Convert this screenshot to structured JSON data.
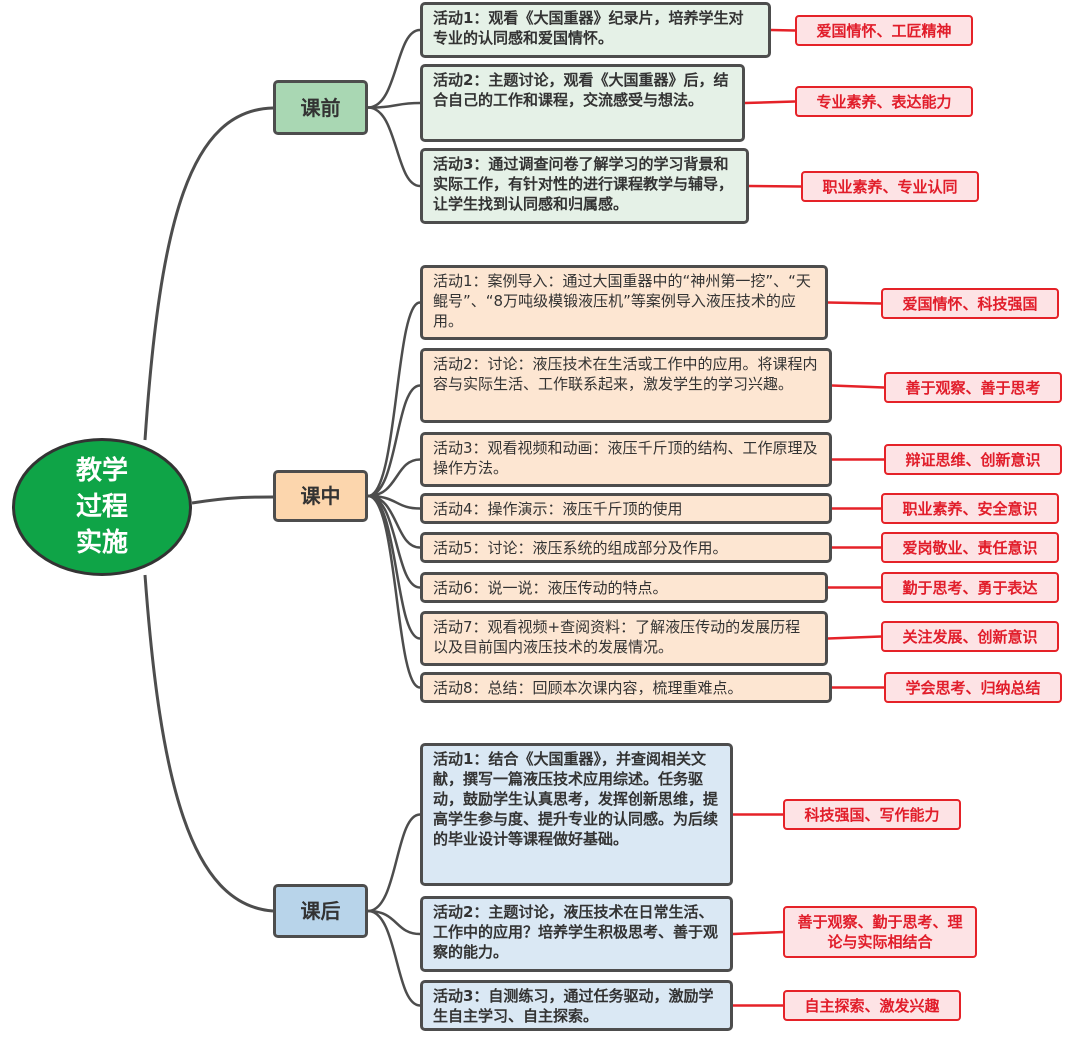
{
  "root": {
    "label": "教学过程实施"
  },
  "phases": [
    {
      "label": "课前",
      "activities": [
        {
          "text": "活动1：观看《大国重器》纪录片，培养学生对专业的认同感和爱国情怀。",
          "tag": "爱国情怀、工匠精神"
        },
        {
          "text": "活动2：主题讨论，观看《大国重器》后，结合自己的工作和课程，交流感受与想法。",
          "tag": "专业素养、表达能力"
        },
        {
          "text": "活动3：通过调查问卷了解学习的学习背景和实际工作，有针对性的进行课程教学与辅导，让学生找到认同感和归属感。",
          "tag": "职业素养、专业认同"
        }
      ]
    },
    {
      "label": "课中",
      "activities": [
        {
          "text": "活动1：案例导入：通过大国重器中的“神州第一挖”、“天鲲号”、“8万吨级模锻液压机”等案例导入液压技术的应用。",
          "tag": "爱国情怀、科技强国"
        },
        {
          "text": "活动2：讨论：液压技术在生活或工作中的应用。将课程内容与实际生活、工作联系起来，激发学生的学习兴趣。",
          "tag": "善于观察、善于思考"
        },
        {
          "text": "活动3：观看视频和动画：液压千斤顶的结构、工作原理及操作方法。",
          "tag": "辩证思维、创新意识"
        },
        {
          "text": "活动4：操作演示：液压千斤顶的使用",
          "tag": "职业素养、安全意识"
        },
        {
          "text": "活动5：讨论：液压系统的组成部分及作用。",
          "tag": "爱岗敬业、责任意识"
        },
        {
          "text": "活动6：说一说：液压传动的特点。",
          "tag": "勤于思考、勇于表达"
        },
        {
          "text": "活动7：观看视频+查阅资料：了解液压传动的发展历程以及目前国内液压技术的发展情况。",
          "tag": "关注发展、创新意识"
        },
        {
          "text": "活动8：总结：回顾本次课内容，梳理重难点。",
          "tag": "学会思考、归纳总结"
        }
      ]
    },
    {
      "label": "课后",
      "activities": [
        {
          "text": "活动1：结合《大国重器》，并查阅相关文献，撰写一篇液压技术应用综述。任务驱动，鼓励学生认真思考，发挥创新思维，提高学生参与度、提升专业的认同感。为后续的毕业设计等课程做好基础。",
          "tag": "科技强国、写作能力"
        },
        {
          "text": "活动2：主题讨论，液压技术在日常生活、工作中的应用？培养学生积极思考、善于观察的能力。",
          "tag": "善于观察、勤于思考、理论与实际相结合"
        },
        {
          "text": "活动3：自测练习，通过任务驱动，激励学生自主学习、自主探索。",
          "tag": "自主探索、激发兴趣"
        }
      ]
    }
  ]
}
